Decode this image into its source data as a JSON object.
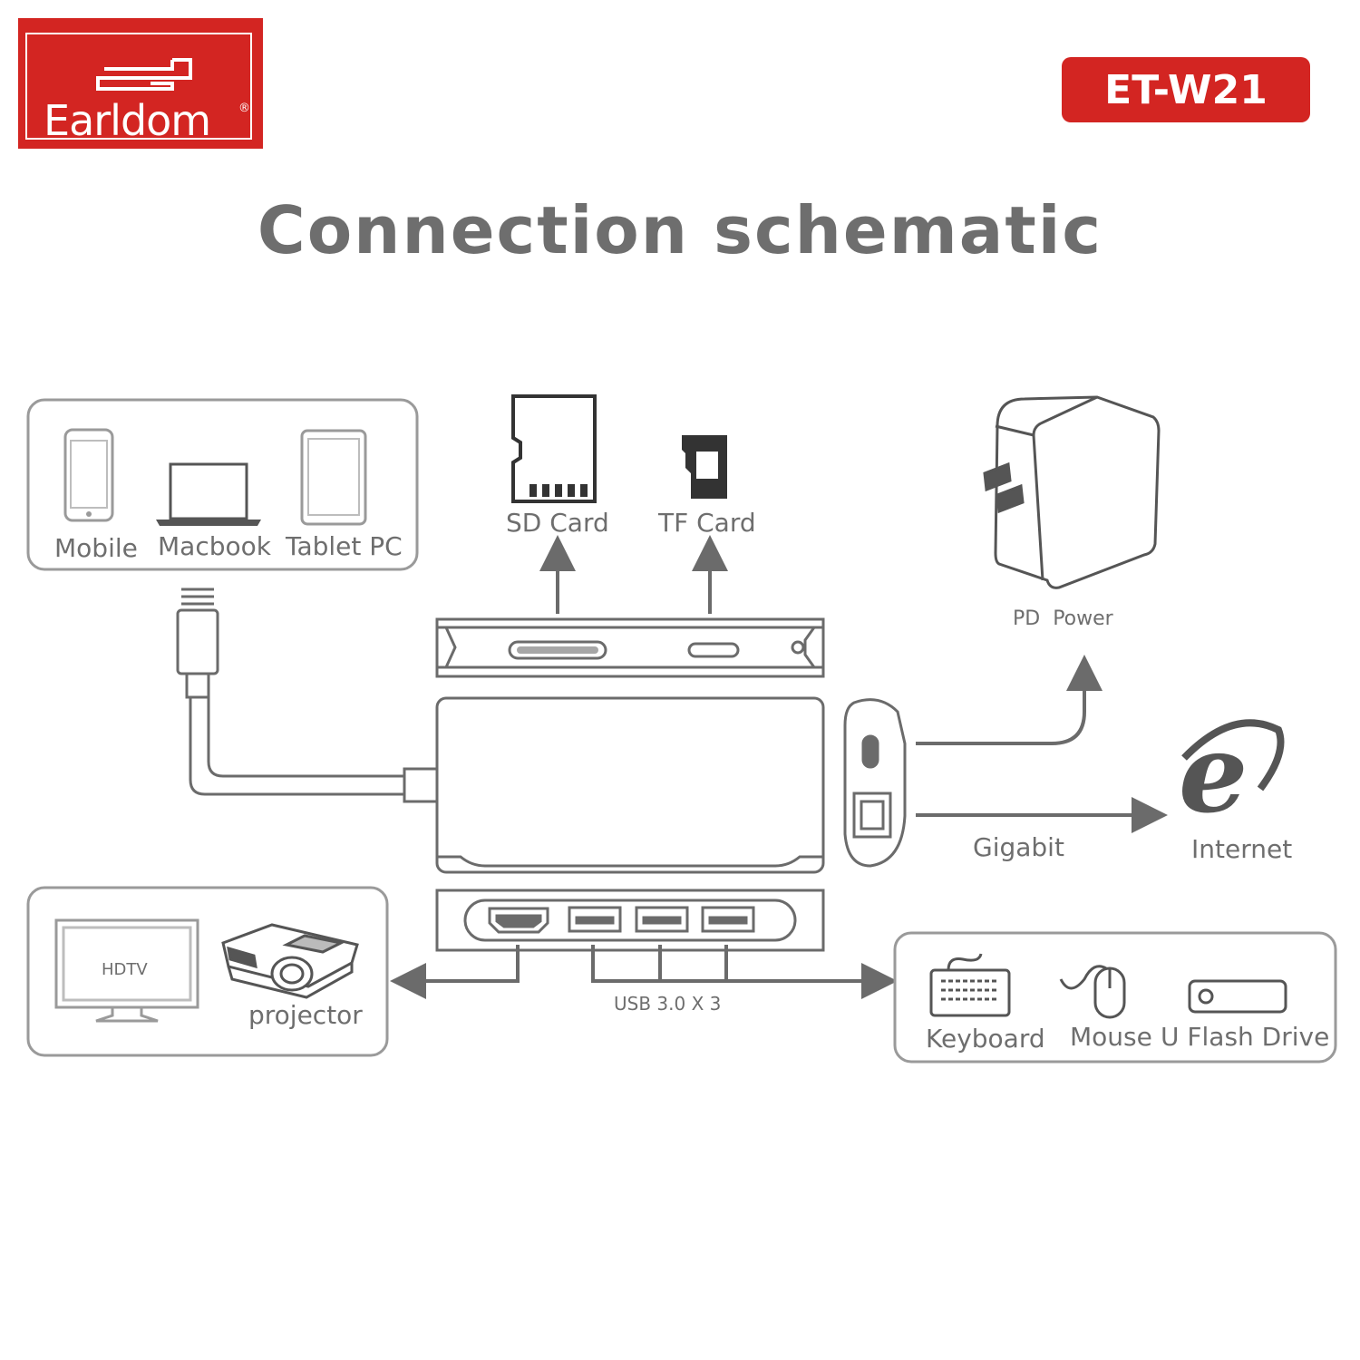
{
  "brand": {
    "logo_text": "Earldom",
    "logo_mark": "®",
    "model": "ET-W21"
  },
  "title": "Connection schematic",
  "colors": {
    "brand_red": "#d32522",
    "line_gray": "#6b6b6b",
    "box_border": "#9a9a9a"
  },
  "sources": {
    "mobile": "Mobile",
    "macbook": "Macbook",
    "tablet": "Tablet PC"
  },
  "cards": {
    "sd": "SD Card",
    "tf": "TF Card"
  },
  "power": {
    "label": "PD  Power"
  },
  "network": {
    "gigabit": "Gigabit",
    "internet": "Internet"
  },
  "display": {
    "hdtv": "HDTV",
    "projector": "projector"
  },
  "usb": {
    "label": "USB 3.0 X 3"
  },
  "peripherals": {
    "keyboard": "Keyboard",
    "mouse": "Mouse",
    "flash": "U Flash Drive"
  }
}
